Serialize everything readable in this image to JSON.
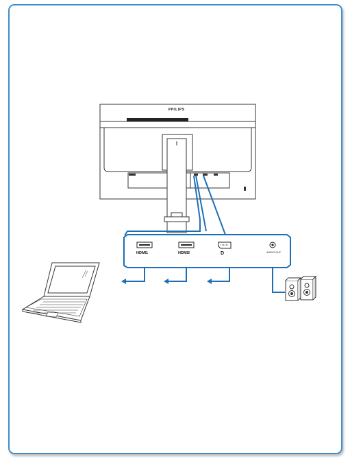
{
  "monitor": {
    "brand": "PHILIPS"
  },
  "ports": [
    {
      "id": "hdmi1",
      "label": "HDMI1",
      "icon": "hdmi-port-icon"
    },
    {
      "id": "hdmi2",
      "label": "HDMI2",
      "icon": "hdmi-port-icon"
    },
    {
      "id": "dp",
      "label": "D",
      "icon": "displayport-icon"
    },
    {
      "id": "audio",
      "label": "AUDIO OUT",
      "icon": "audio-jack-icon"
    }
  ],
  "devices": [
    {
      "name": "laptop",
      "icon": "laptop-icon"
    },
    {
      "name": "speakers",
      "icon": "speakers-icon"
    }
  ],
  "colors": {
    "frame": "#3f8ecb",
    "cable": "#1d6fb5",
    "line": "#333333"
  }
}
